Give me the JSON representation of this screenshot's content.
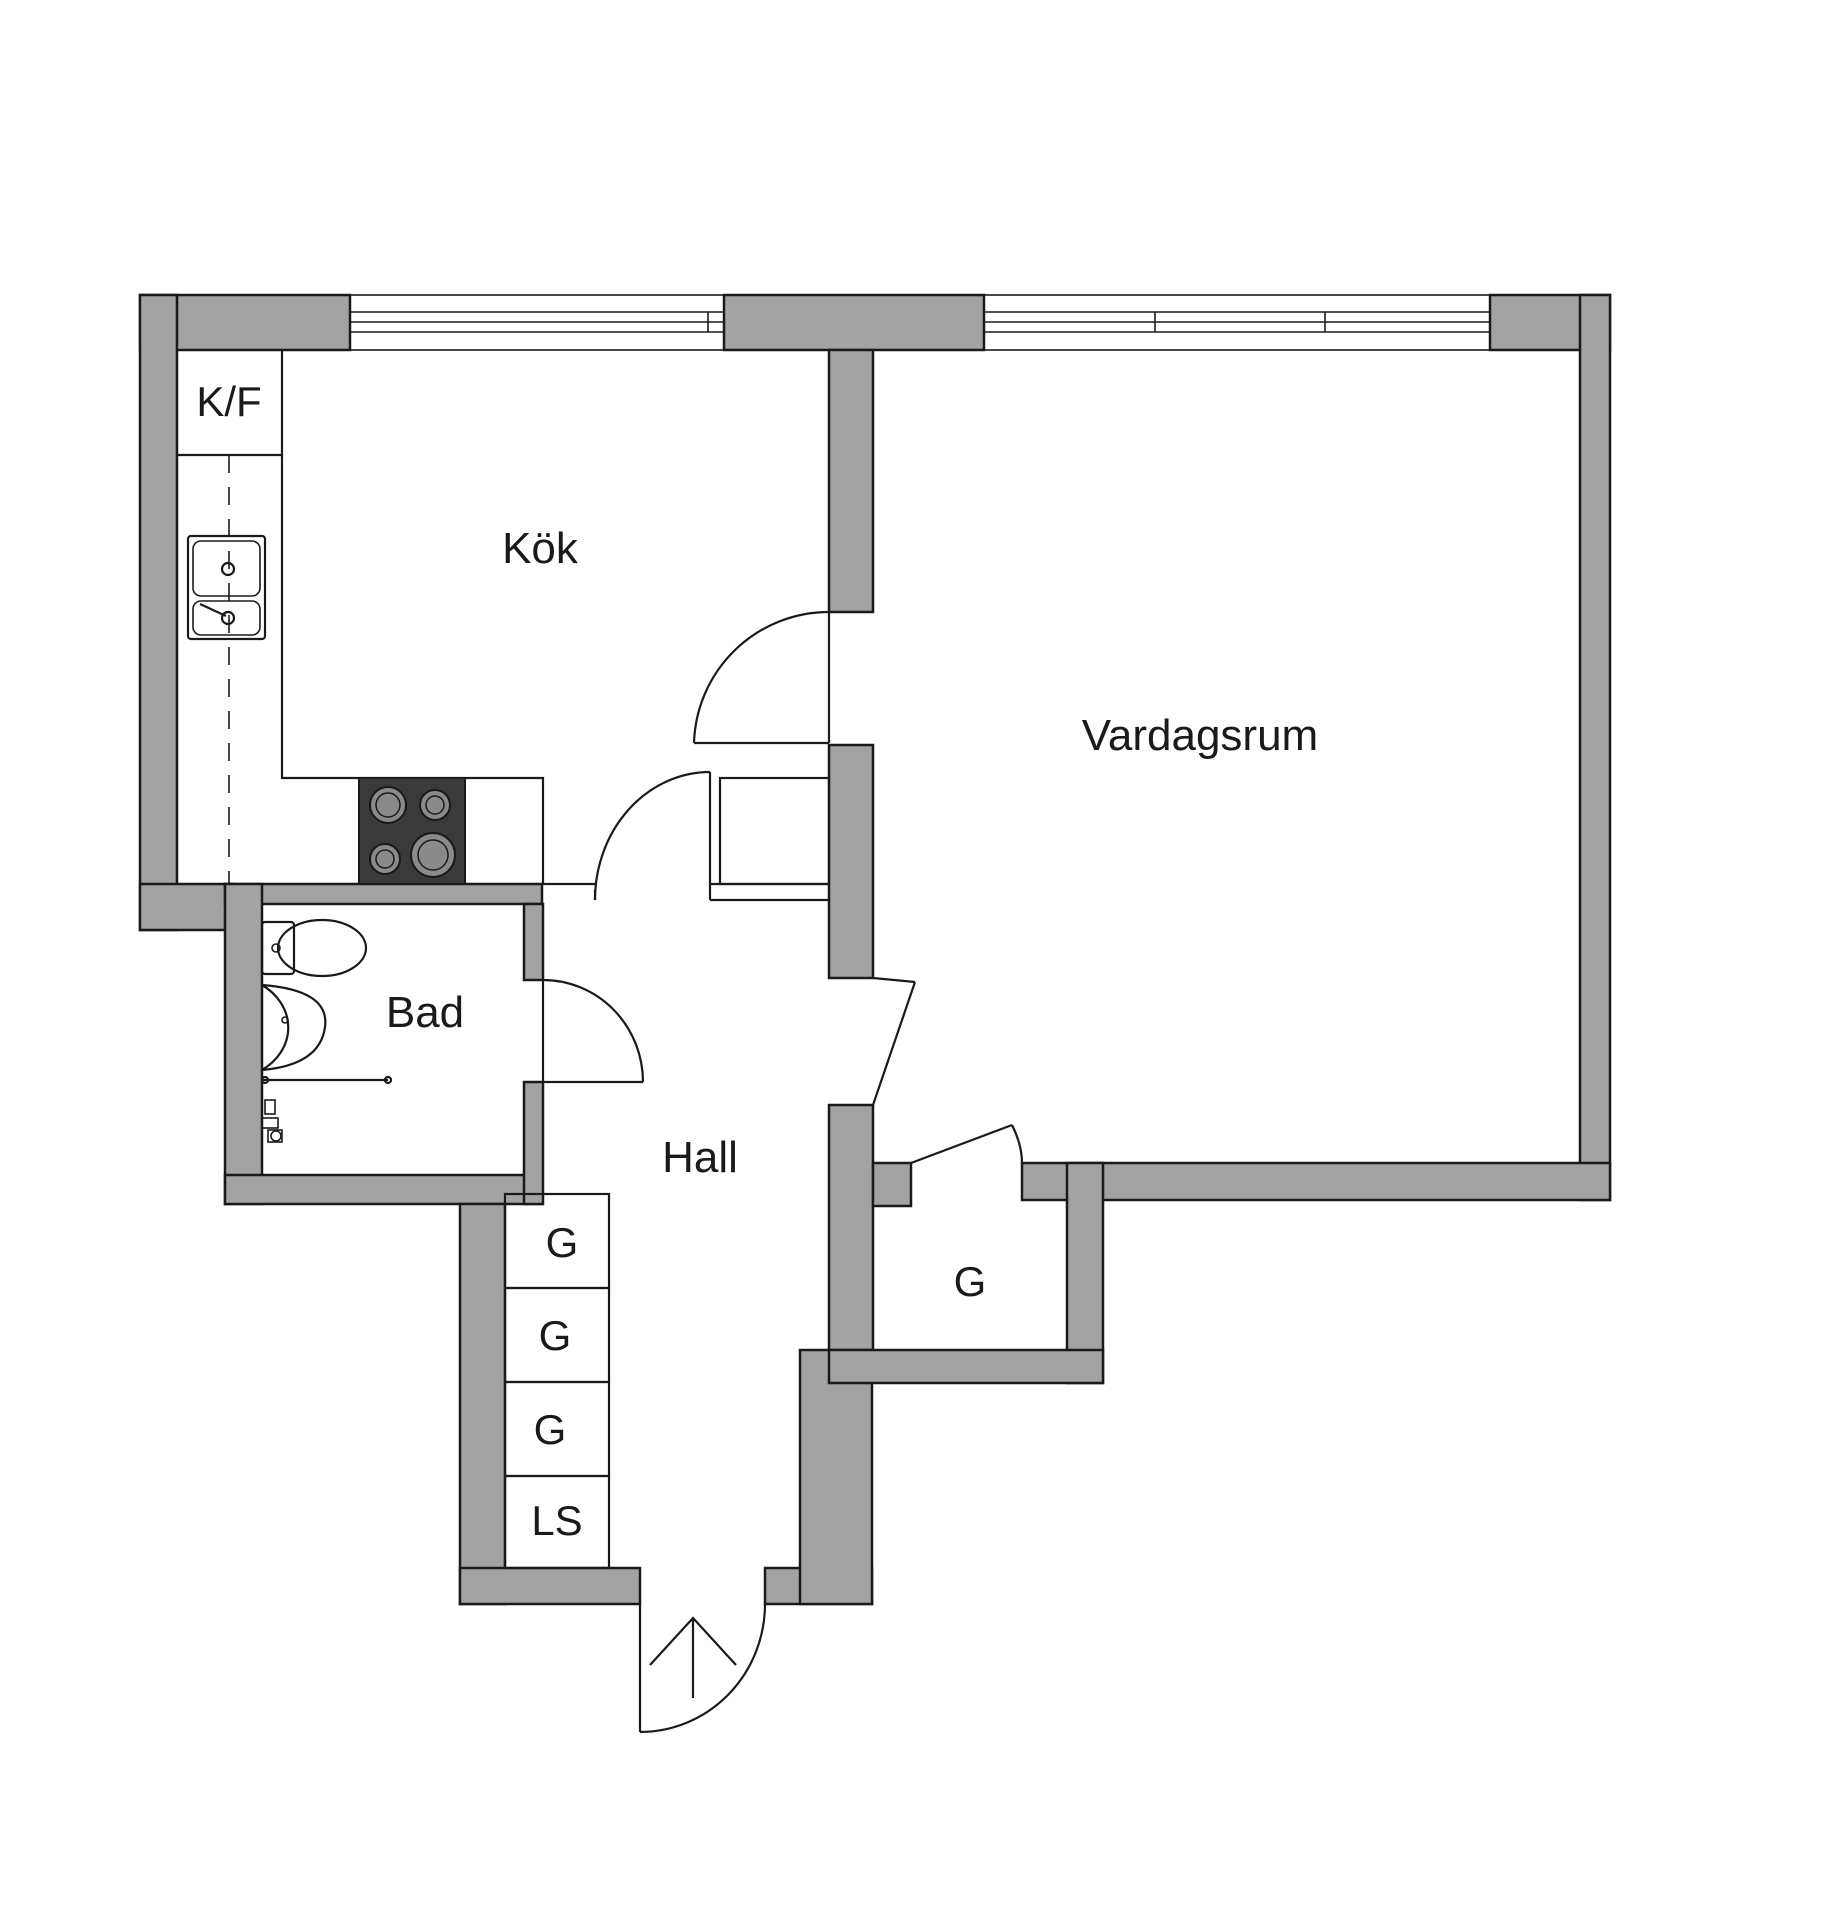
{
  "rooms": {
    "kitchen": "Kök",
    "living": "Vardagsrum",
    "bath": "Bad",
    "hall": "Hall"
  },
  "fixtures": {
    "fridge_freezer": "K/F",
    "closet_1": "G",
    "closet_2": "G",
    "closet_3": "G",
    "linen": "LS",
    "closet_right": "G"
  },
  "colors": {
    "wall": "#a3a3a3",
    "line": "#1a1a1a",
    "stove": "#3a3a3a"
  }
}
